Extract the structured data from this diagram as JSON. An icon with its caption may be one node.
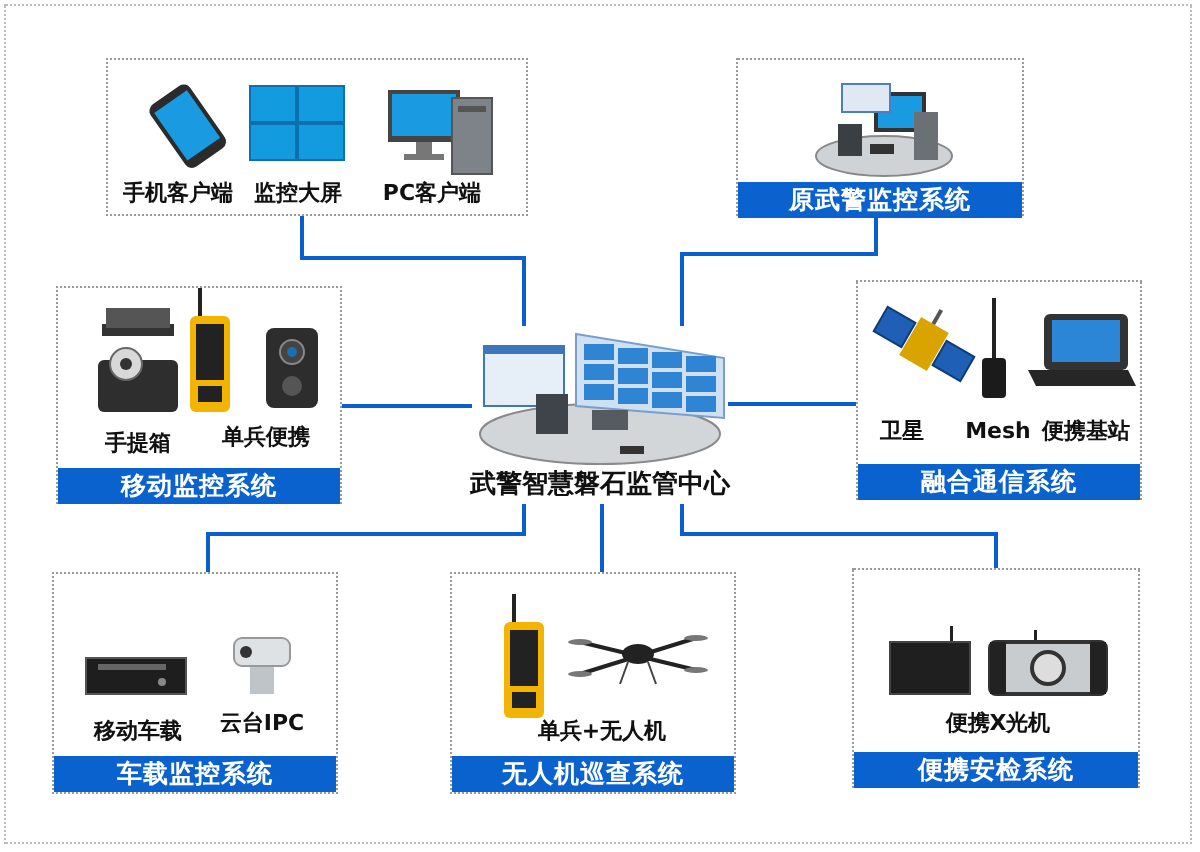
{
  "diagram": {
    "nodes": [
      {
        "text": [
          "手机客户端",
          "监控大屏",
          "PC客户端"
        ]
      },
      {
        "text": [
          "原武警监控系统"
        ]
      },
      {
        "text": [
          "手提箱",
          "单兵便携",
          "移动监控系统"
        ]
      },
      {
        "text": [
          "武警智慧磐石监管中心"
        ]
      },
      {
        "text": [
          "卫星",
          "Mesh",
          "便携基站",
          "融合通信系统"
        ]
      },
      {
        "text": [
          "移动车载",
          "云台IPC",
          "车载监控系统"
        ]
      },
      {
        "text": [
          "单兵+无人机",
          "无人机巡查系统"
        ]
      },
      {
        "text": [
          "便携X光机",
          "便携安检系统"
        ]
      }
    ],
    "edges": [
      {
        "from": 3,
        "to": 0,
        "arrow": "none"
      },
      {
        "from": 3,
        "to": 1,
        "arrow": "none"
      },
      {
        "from": 3,
        "to": 2,
        "arrow": "none"
      },
      {
        "from": 3,
        "to": 4,
        "arrow": "none"
      },
      {
        "from": 3,
        "to": 5,
        "arrow": "none"
      },
      {
        "from": 3,
        "to": 6,
        "arrow": "none"
      },
      {
        "from": 3,
        "to": 7,
        "arrow": "none"
      }
    ]
  }
}
